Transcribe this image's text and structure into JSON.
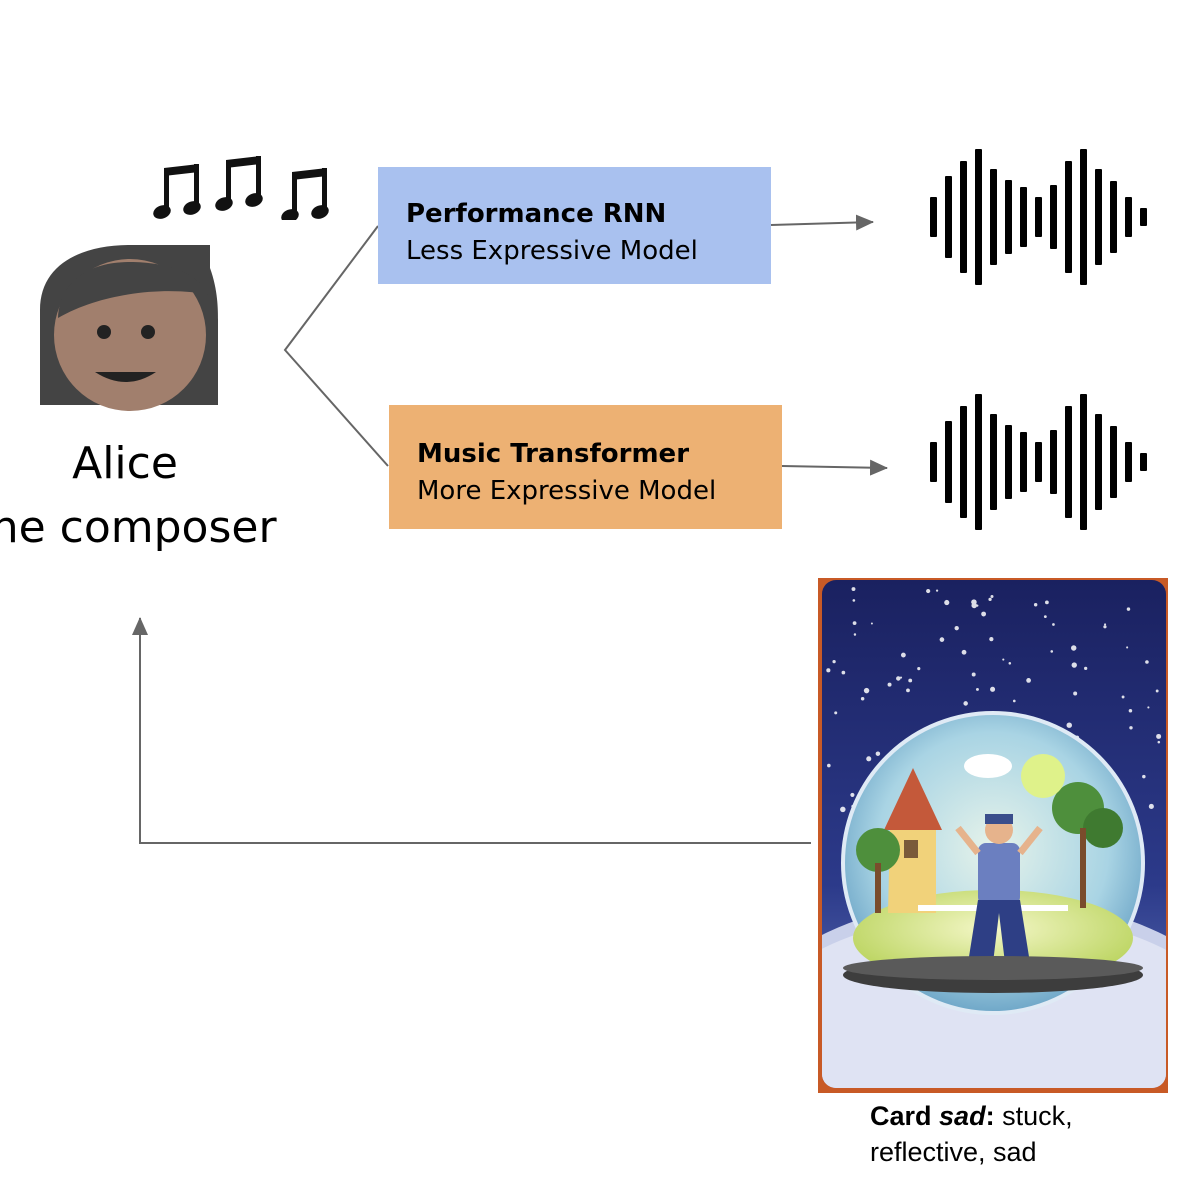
{
  "persona": {
    "name": "Alice",
    "role": "the composer",
    "avatar_icon": "woman-face-icon",
    "notes_icon": "music-notes-icon"
  },
  "models": [
    {
      "title": "Performance RNN",
      "subtitle": "Less Expressive Model",
      "color": "#a9c1ef"
    },
    {
      "title": "Music Transformer",
      "subtitle": "More Expressive Model",
      "color": "#edb173"
    }
  ],
  "outputs": [
    {
      "icon": "audio-waveform-icon"
    },
    {
      "icon": "audio-waveform-icon"
    }
  ],
  "card": {
    "image_icon": "snow-globe-card-illustration",
    "label": "Card",
    "name": "sad",
    "colon": ":",
    "keywords": "stuck, reflective, sad"
  },
  "colors": {
    "connector": "#666666",
    "skin": "#a17f6d",
    "hair": "#444444",
    "card_sky": "#1c2468",
    "card_border": "#c85a26"
  }
}
